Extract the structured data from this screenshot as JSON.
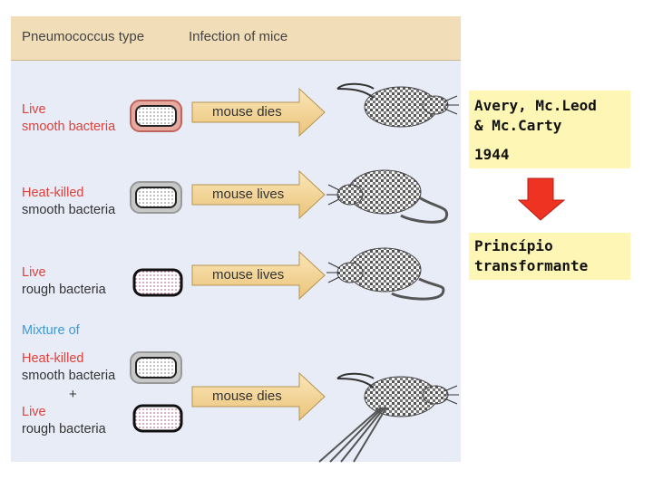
{
  "figure": {
    "header": {
      "col1": "Pneumococcus type",
      "col2": "Infection of mice"
    },
    "rows": [
      {
        "line1": "Live",
        "line2": "smooth bacteria",
        "result": "mouse dies"
      },
      {
        "line1": "Heat-killed",
        "line2": "smooth bacteria",
        "result": "mouse lives"
      },
      {
        "line1": "Live",
        "line2": "rough bacteria",
        "result": "mouse lives"
      },
      {
        "mixture": "Mixture of",
        "line1": "Heat-killed",
        "line2": "smooth bacteria",
        "plus": "+",
        "line3": "Live",
        "line4": "rough bacteria",
        "result": "mouse dies"
      }
    ]
  },
  "notes": {
    "authors_line1": "Avery, Mc.Leod",
    "authors_line2": "& Mc.Carty",
    "year": "1944",
    "conclusion_line1": "Princípio",
    "conclusion_line2": "transformante"
  },
  "colors": {
    "accent_red": "#e0403a",
    "accent_blue": "#3b9ad8",
    "note_bg": "#fdf6b4",
    "down_arrow": "#ee3322"
  }
}
